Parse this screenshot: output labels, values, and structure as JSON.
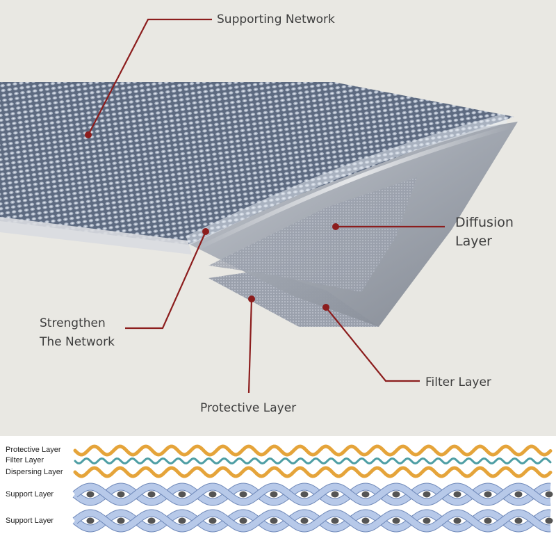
{
  "callouts": {
    "supporting_network": "Supporting Network",
    "diffusion_layer_line1": "Diffusion",
    "diffusion_layer_line2": "Layer",
    "strengthen_line1": "Strengthen",
    "strengthen_line2": "The Network",
    "filter_layer": "Filter Layer",
    "protective_layer": "Protective Layer"
  },
  "legend": {
    "labels": [
      "Protective Layer",
      "Filter Layer",
      "Dispersing Layer",
      "Support Layer",
      "Support Layer"
    ]
  },
  "colors": {
    "leader_line": "#8c1d1d",
    "protective_wave": "#e5a43a",
    "filter_wave": "#4e9ea4",
    "dispersing_wave": "#e5a43a",
    "support_wire": "#b7c9e9",
    "support_wire_edge": "#6d87b8",
    "support_eye": "#555555",
    "background": "#e9e8e3"
  }
}
